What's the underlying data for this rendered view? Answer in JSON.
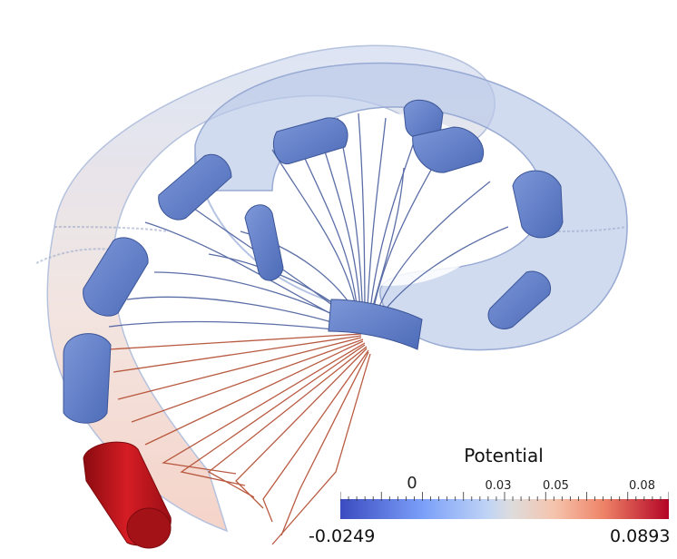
{
  "colorbar": {
    "title": "Potential",
    "min_label": "-0.0249",
    "max_label": "0.0893",
    "min": -0.0249,
    "max": 0.0893,
    "tick_labels": [
      {
        "text": "0",
        "value": 0
      },
      {
        "text": "0.03",
        "value": 0.03
      },
      {
        "text": "0.05",
        "value": 0.05
      },
      {
        "text": "0.08",
        "value": 0.08
      }
    ],
    "colors": {
      "low": "#3b4cc0",
      "mid": "#dddcdc",
      "high": "#b40426"
    }
  },
  "scene": {
    "description_colors": {
      "shell": "#c5d3ec",
      "electrode_blue": "#5b7cc9",
      "electrode_red": "#c4161c",
      "field_line_blue": "#4a5f9e",
      "field_line_red": "#b24a2e"
    }
  }
}
